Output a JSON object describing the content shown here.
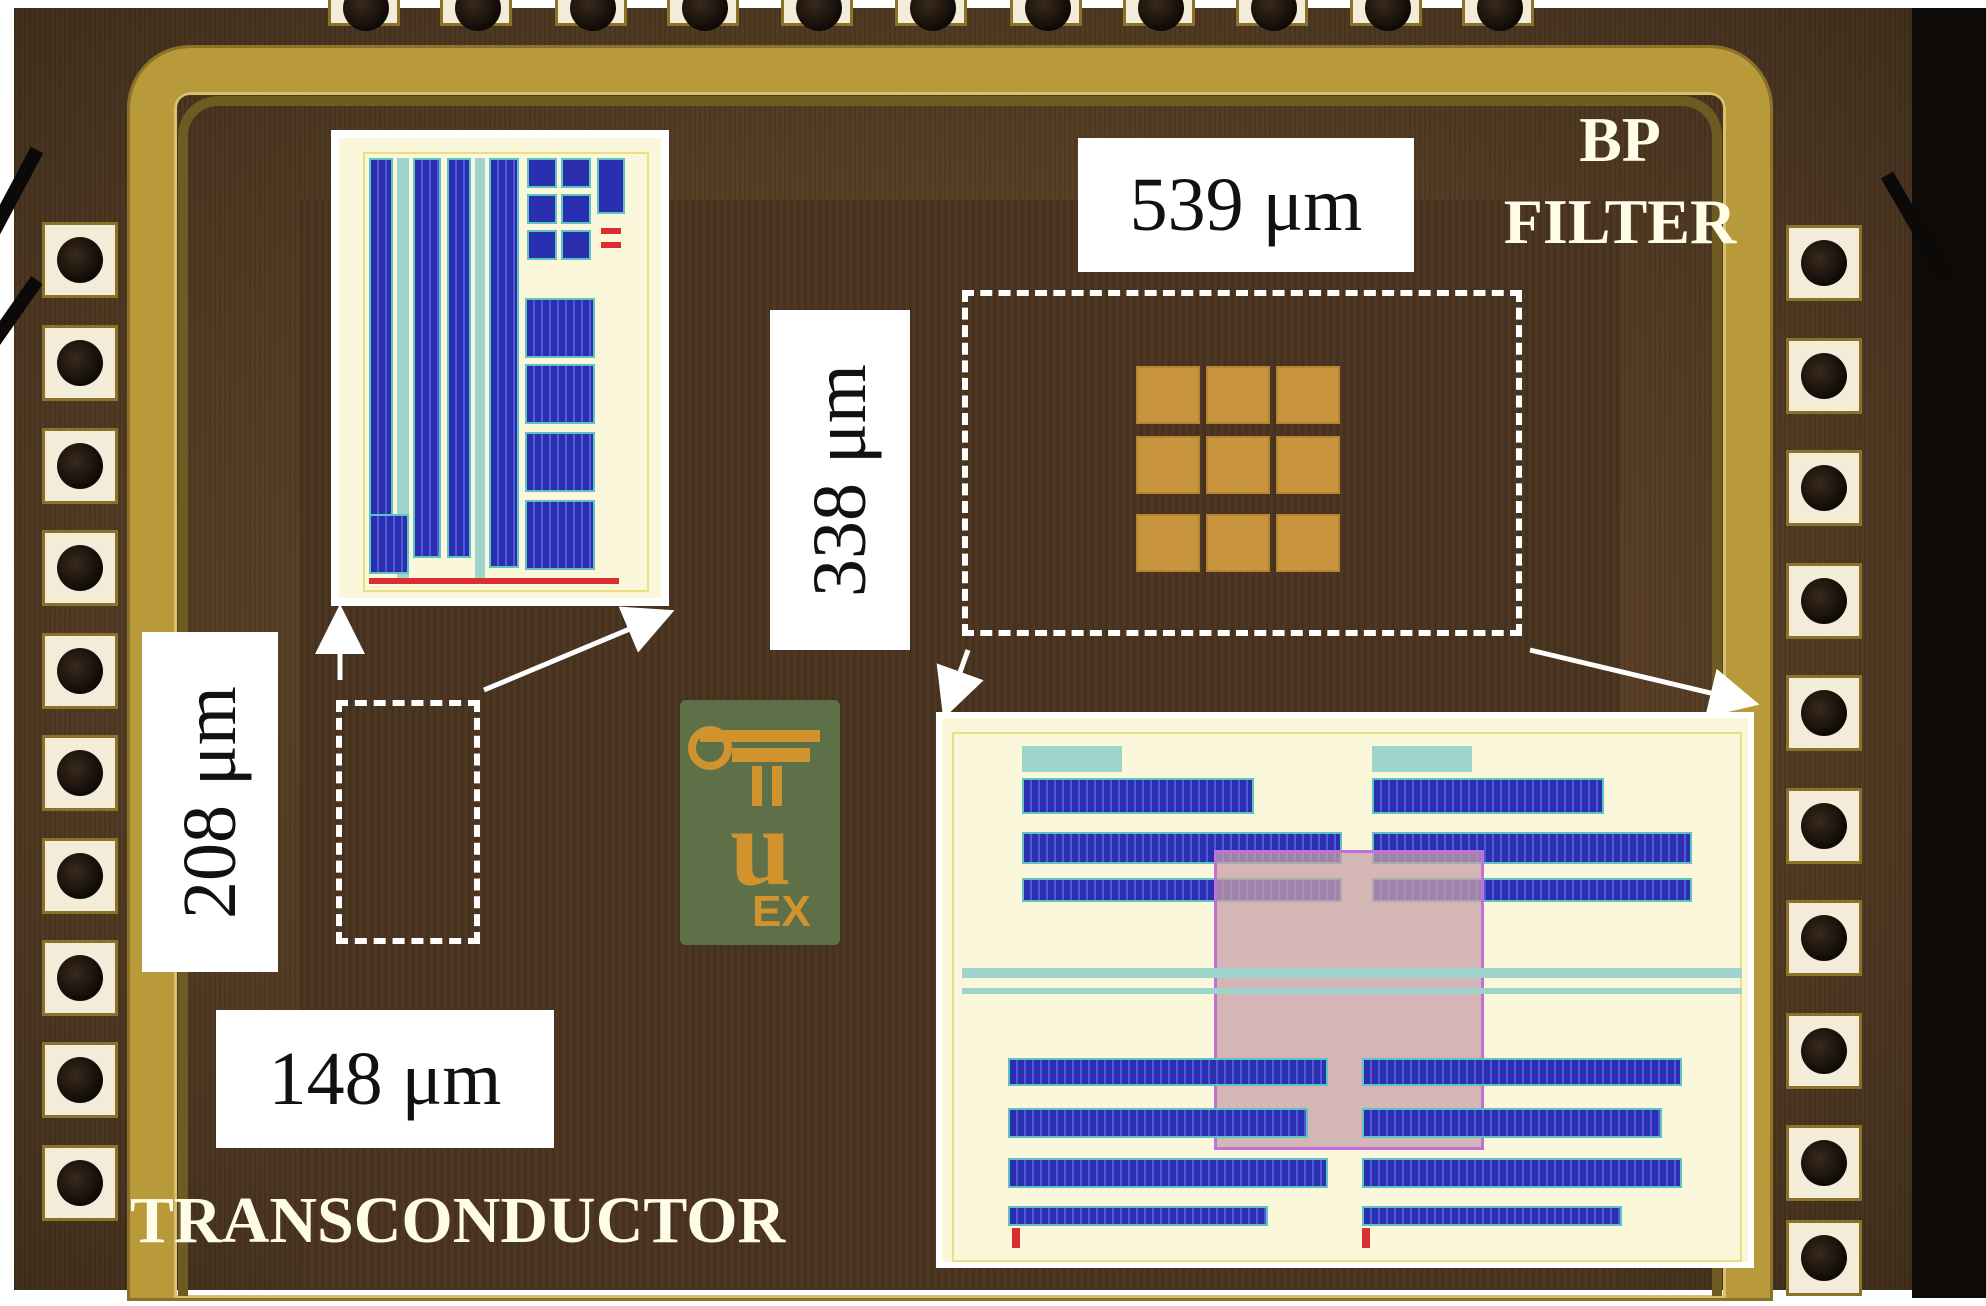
{
  "labels": {
    "bp_filter_line1": "BP",
    "bp_filter_line2": "FILTER",
    "transconductor": "TRANSCONDUCTOR",
    "dim_539": "539 μm",
    "dim_338": "338 μm",
    "dim_208": "208 μm",
    "dim_148": "148 μm"
  },
  "logo": {
    "letter": "u",
    "text": "EX"
  },
  "colors": {
    "die_brown": "#523a22",
    "metal_ring_gold": "#b89a3a",
    "layout_blue": "#2a2fb0",
    "layout_cyan": "#5ec4c0",
    "layout_pink": "#c070d8",
    "label_text": "#fffce8"
  },
  "icons": {
    "arrow": "white-arrow",
    "pad": "bond-pad-with-wire"
  }
}
